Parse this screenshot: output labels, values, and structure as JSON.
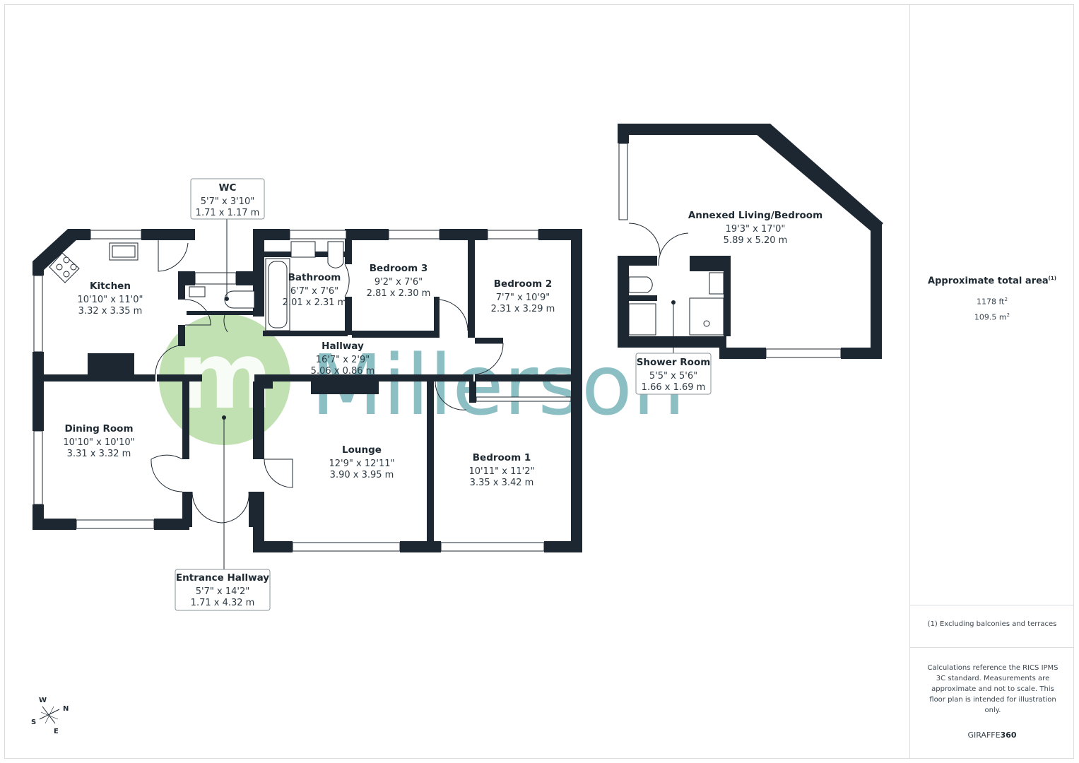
{
  "watermark": {
    "text": "Millerson",
    "letter": "m",
    "circle_color": "#b6dca5",
    "text_color": "#7fb9bd"
  },
  "wall_color": "#1d2731",
  "rooms": {
    "wc": {
      "name": "WC",
      "imperial": "5'7\" x 3'10\"",
      "metric": "1.71 x 1.17 m"
    },
    "kitchen": {
      "name": "Kitchen",
      "imperial": "10'10\" x 11'0\"",
      "metric": "3.32 x 3.35 m"
    },
    "bathroom": {
      "name": "Bathroom",
      "imperial": "6'7\" x 7'6\"",
      "metric": "2.01 x 2.31 m"
    },
    "bedroom3": {
      "name": "Bedroom 3",
      "imperial": "9'2\" x 7'6\"",
      "metric": "2.81 x 2.30 m"
    },
    "bedroom2": {
      "name": "Bedroom 2",
      "imperial": "7'7\" x 10'9\"",
      "metric": "2.31 x 3.29 m"
    },
    "hallway": {
      "name": "Hallway",
      "imperial": "16'7\" x 2'9\"",
      "metric": "5.06 x 0.86 m"
    },
    "dining": {
      "name": "Dining Room",
      "imperial": "10'10\" x 10'10\"",
      "metric": "3.31 x 3.32 m"
    },
    "lounge": {
      "name": "Lounge",
      "imperial": "12'9\" x 12'11\"",
      "metric": "3.90 x 3.95 m"
    },
    "bedroom1": {
      "name": "Bedroom 1",
      "imperial": "10'11\" x 11'2\"",
      "metric": "3.35 x 3.42 m"
    },
    "entrance": {
      "name": "Entrance Hallway",
      "imperial": "5'7\" x 14'2\"",
      "metric": "1.71 x 4.32 m"
    },
    "annex": {
      "name": "Annexed Living/Bedroom",
      "imperial": "19'3\" x 17'0\"",
      "metric": "5.89 x 5.20 m"
    },
    "shower": {
      "name": "Shower Room",
      "imperial": "5'5\" x 5'6\"",
      "metric": "1.66 x 1.69 m"
    }
  },
  "compass": {
    "w": "W",
    "n": "N",
    "s": "S",
    "e": "E"
  },
  "side_panel": {
    "area_title": "Approximate total area",
    "area_note_mark": "(1)",
    "area_ft": "1178 ft",
    "area_m": "109.5 m",
    "area_unit_sup": "2",
    "footnote": "(1) Excluding balconies and terraces",
    "calc_note": "Calculations reference the RICS IPMS 3C standard. Measurements are approximate and not to scale. This floor plan is intended for illustration only.",
    "brand_prefix": "GIRAFFE",
    "brand_suffix": "360"
  }
}
